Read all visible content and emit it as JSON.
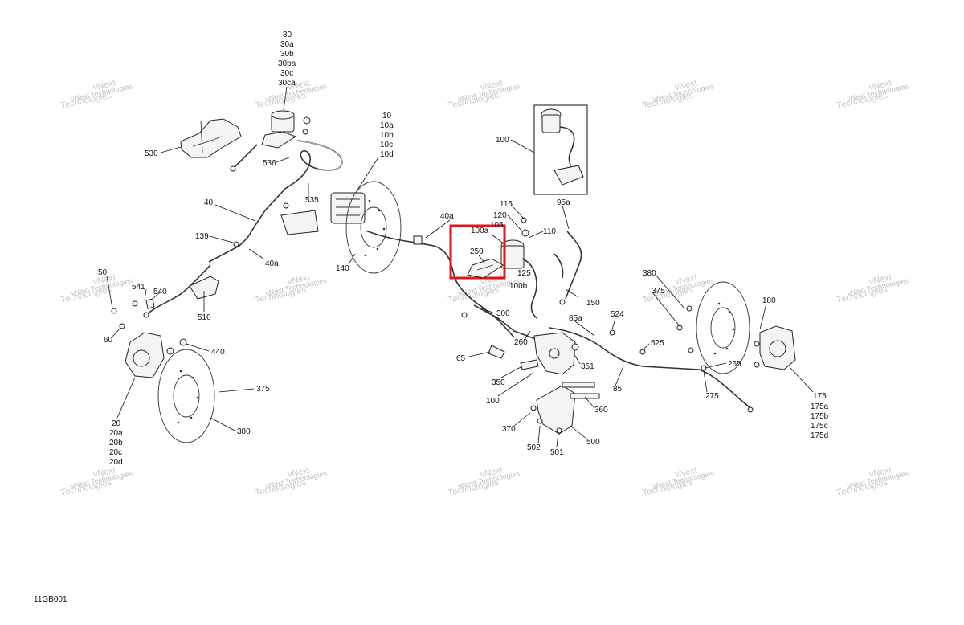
{
  "diagram": {
    "code": "11GB001",
    "watermark": {
      "line1": "vNext",
      "line2": "Technologies",
      "line3": "vNext Technologies"
    },
    "labels": {
      "30": "30",
      "30a": "30a",
      "30b": "30b",
      "30ba": "30ba",
      "30c": "30c",
      "30ca": "30ca",
      "10": "10",
      "10a": "10a",
      "10b": "10b",
      "10c": "10c",
      "10d": "10d",
      "530": "530",
      "536": "536",
      "535": "535",
      "40": "40",
      "40a_upper": "40a",
      "40a_lower": "40a",
      "139": "139",
      "140": "140",
      "50": "50",
      "541": "541",
      "540": "540",
      "510": "510",
      "60": "60",
      "440": "440",
      "375_left": "375",
      "380_left": "380",
      "20": "20",
      "20a": "20a",
      "20b": "20b",
      "20c": "20c",
      "20d": "20d",
      "100_box": "100",
      "95a": "95a",
      "115": "115",
      "120": "120",
      "105": "105",
      "100a": "100a",
      "110": "110",
      "250": "250",
      "125": "125",
      "100b": "100b",
      "150": "150",
      "300": "300",
      "260": "260",
      "65": "65",
      "350": "350",
      "100_lower": "100",
      "351": "351",
      "85a": "85a",
      "524": "524",
      "525": "525",
      "85": "85",
      "360": "360",
      "370": "370",
      "502": "502",
      "501": "501",
      "500": "500",
      "380_right": "380",
      "375_right": "375",
      "180": "180",
      "265": "265",
      "275": "275",
      "175": "175",
      "175a": "175a",
      "175b": "175b",
      "175c": "175c",
      "175d": "175d"
    },
    "highlight_color": "#e0161a"
  }
}
